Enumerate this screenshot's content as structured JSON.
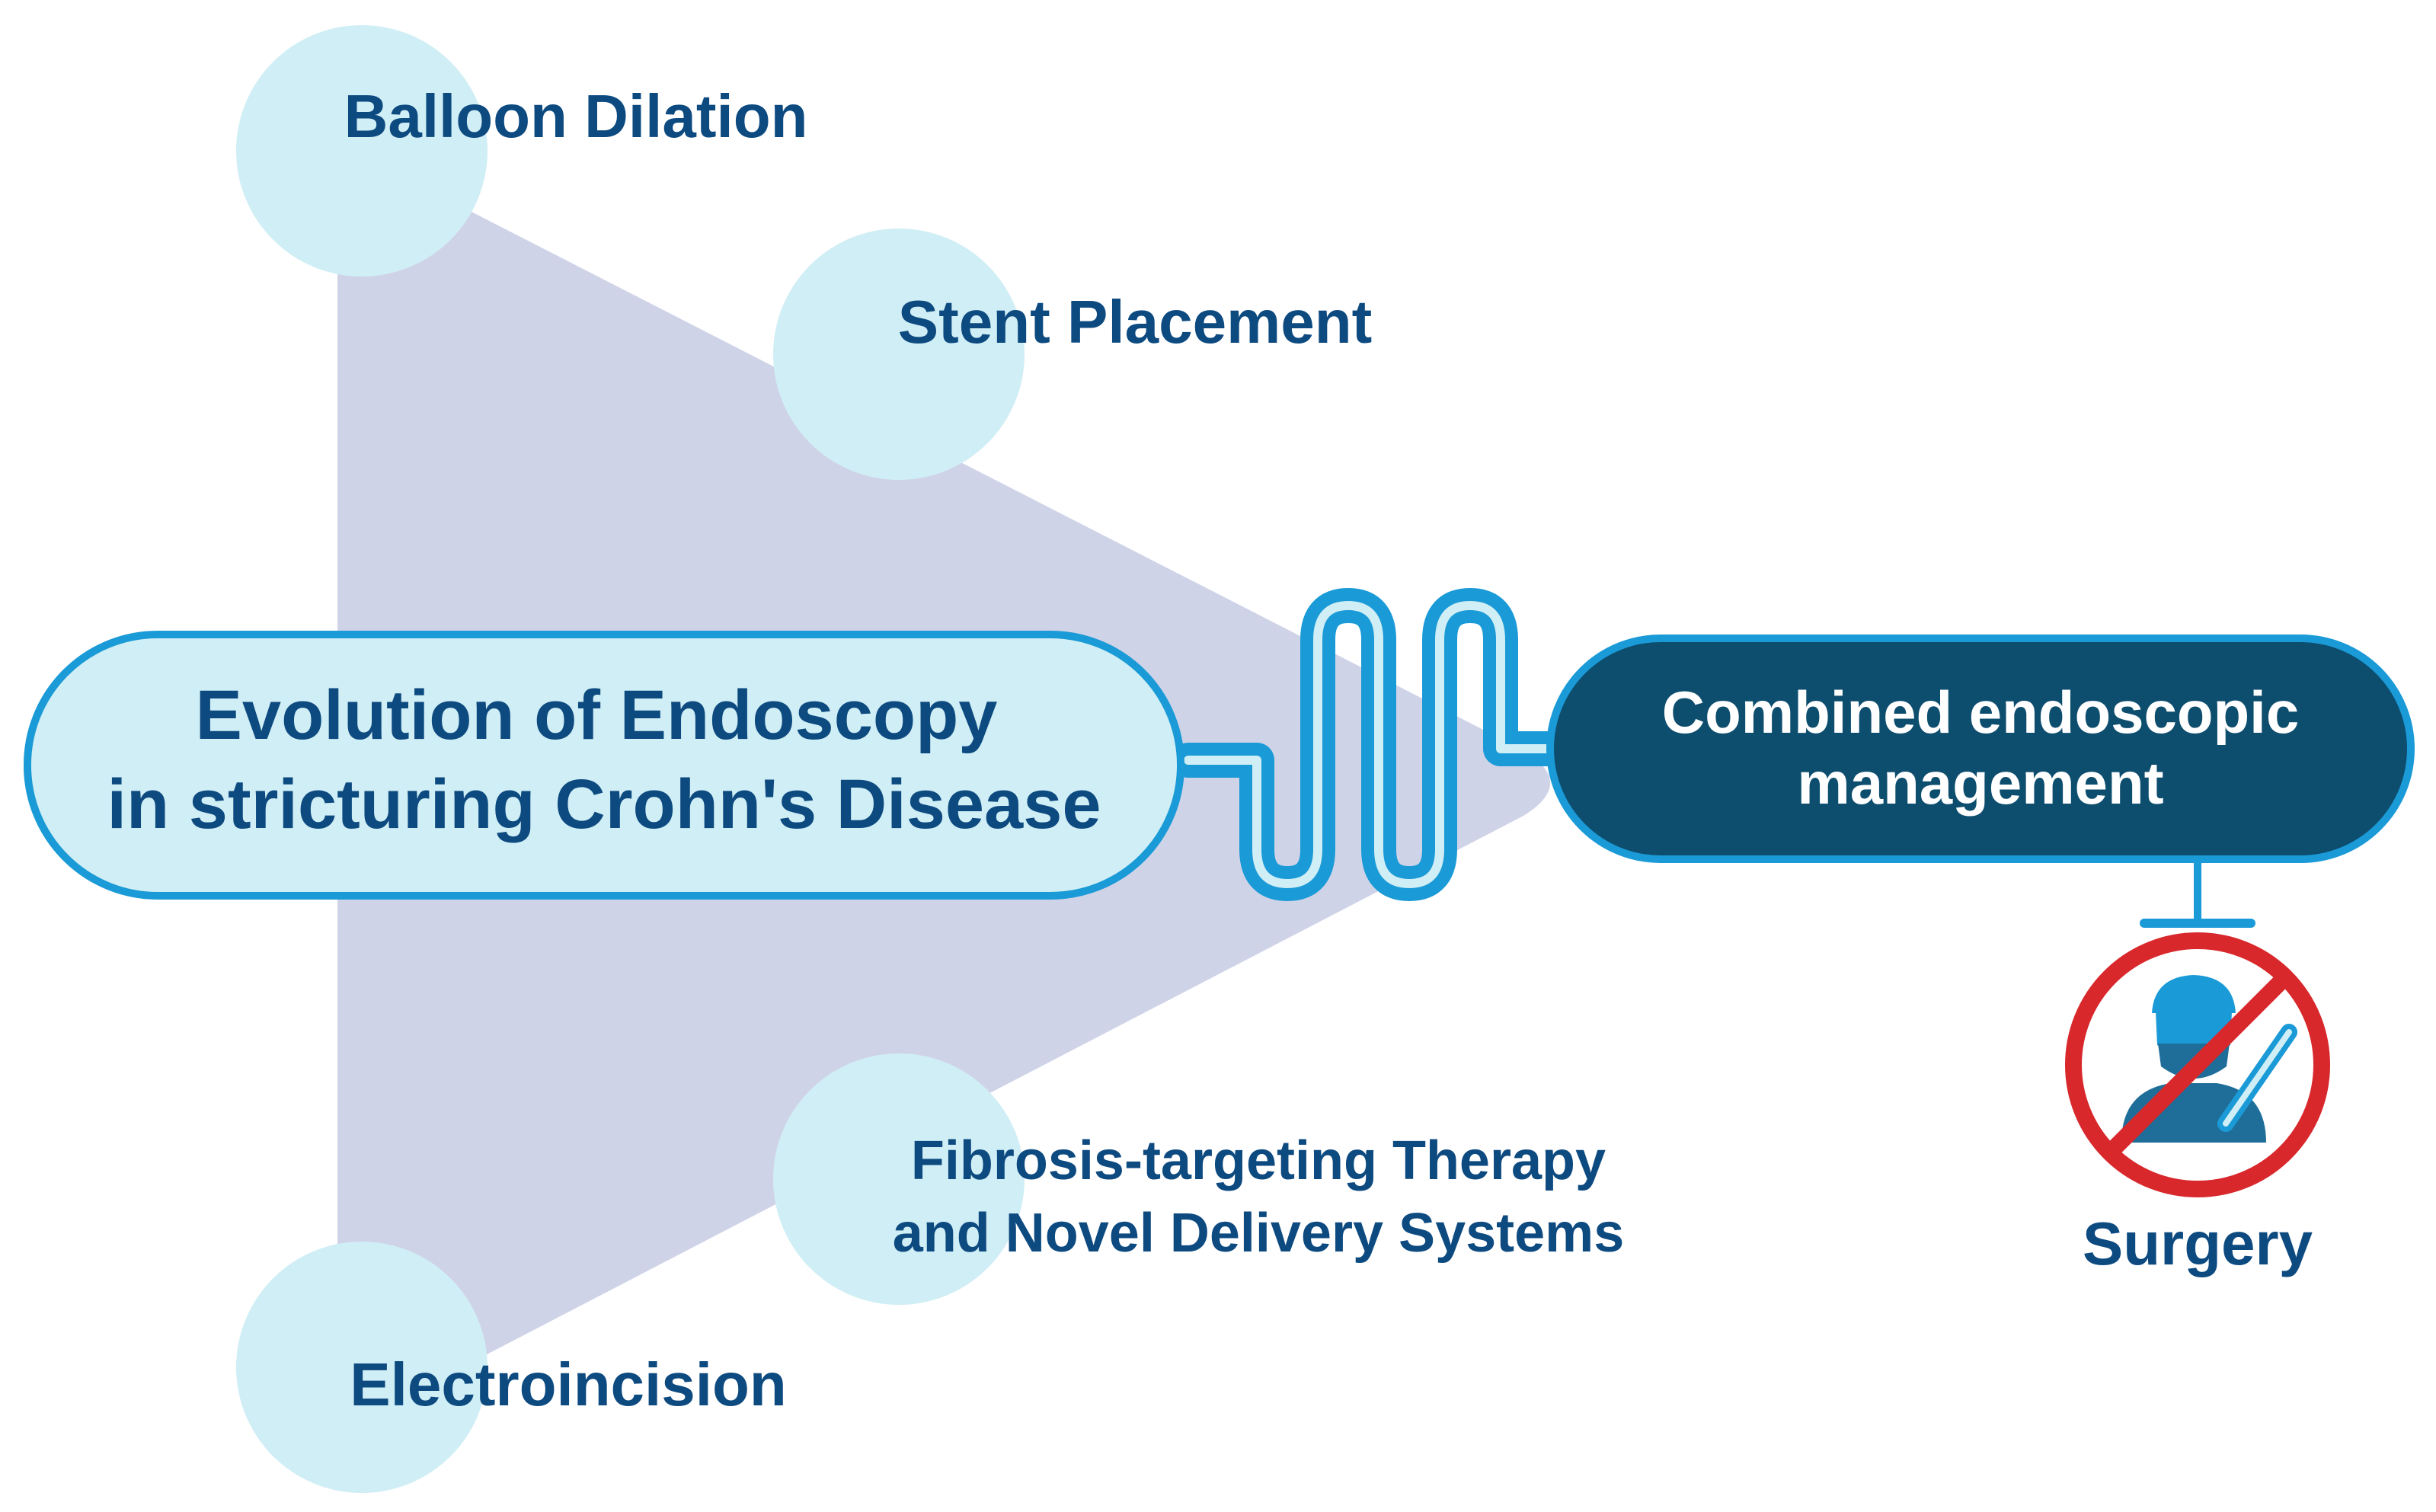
{
  "diagram": {
    "methods": {
      "balloon_dilation": "Balloon Dilation",
      "stent_placement": "Stent Placement",
      "fibrosis_line1": "Fibrosis-targeting Therapy",
      "fibrosis_line2": "and Novel Delivery Systems",
      "electroincision": "Electroincision"
    },
    "main_box": {
      "line1": "Evolution of Endoscopy",
      "line2": "in stricturing Crohn's Disease"
    },
    "result_box": {
      "line1": "Combined endoscopic",
      "line2": "management"
    },
    "surgery_label": "Surgery",
    "icons": {
      "intestine": "intestine-icon",
      "surgeon": "surgeon-icon",
      "prohibited": "prohibited-icon",
      "scalpel": "scalpel-icon"
    },
    "colors": {
      "funnel": "#cfd3e8",
      "bubble": "#d0eef5",
      "dark_text": "#0d4a80",
      "box_fill_light": "#d0eef5",
      "box_border": "#1a9ad6",
      "box_fill_dark": "#0d4d6e",
      "stop_red": "#d8282c",
      "surgeon_blue": "#1f6e99"
    }
  }
}
